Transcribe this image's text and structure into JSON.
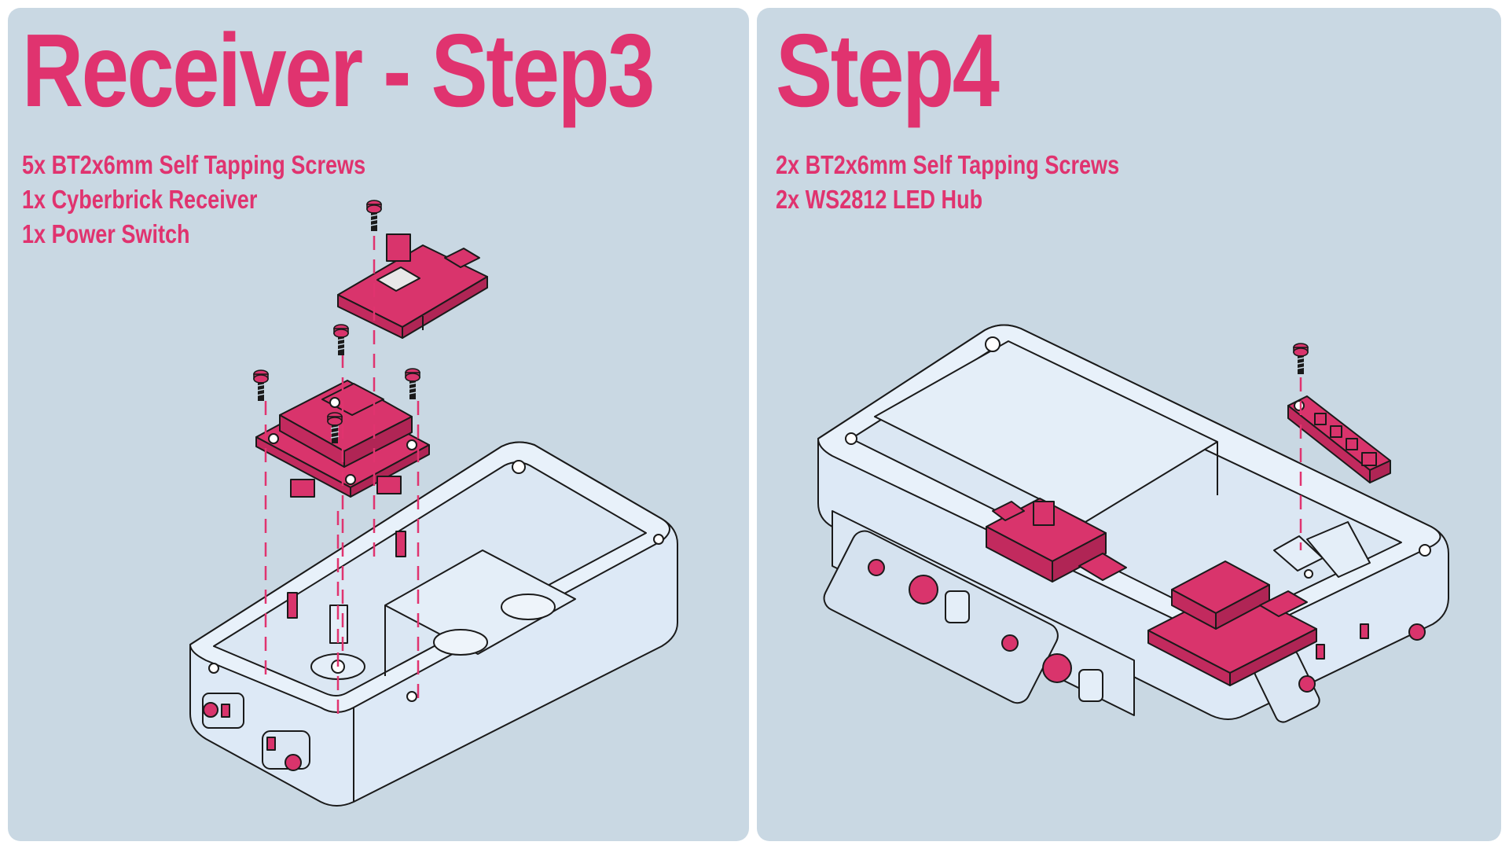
{
  "colors": {
    "background": "#c9d8e3",
    "accent": "#e0336f",
    "part_fill": "#d9346c",
    "case_fill": "#dde9f6",
    "line": "#1a1a1a"
  },
  "step3": {
    "title": "Receiver - Step3",
    "parts": [
      "5x BT2x6mm Self Tapping Screws",
      "1x Cyberbrick Receiver",
      "1x Power Switch"
    ]
  },
  "step4": {
    "title": "Step4",
    "parts": [
      "2x BT2x6mm Self Tapping Screws",
      "2x WS2812 LED Hub"
    ]
  }
}
